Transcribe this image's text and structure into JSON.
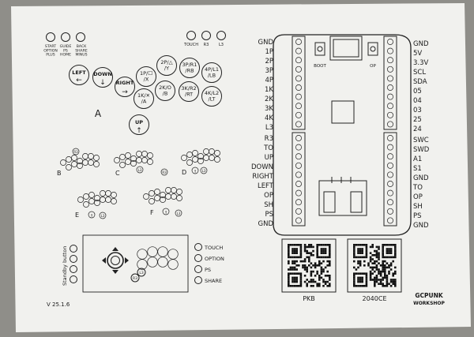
{
  "top_labels": {
    "start": "START\nOPTION\nPLUS",
    "guide": "GUIDE\nPS\nHOME",
    "back": "BACK\nSHARE\nMINUS",
    "touch": "TOUCH",
    "r3": "R3",
    "l3": "L3"
  },
  "layout_a": {
    "buttons": {
      "left": "LEFT",
      "down": "DOWN",
      "right": "RIGHT",
      "up": "UP",
      "b1p": "1P/☐\n/X",
      "b2p": "2P/△\n/Y",
      "b3p": "3P/R1\n/RB",
      "b4p": "4P/L1\n/LB",
      "b1k": "1K/✕\n/A",
      "b2k": "2K/O\n/B",
      "b3k": "3K/R2\n/RT",
      "b4k": "4K/L2\n/LT"
    },
    "label": "A"
  },
  "mini_layouts": {
    "b": "B",
    "c": "C",
    "d": "D",
    "e": "E",
    "f": "F",
    "r3": "R3",
    "l3": "L3"
  },
  "standby": {
    "side_label": "Standby button",
    "right_labels": [
      "TOUCH",
      "OPTION",
      "PS",
      "SHARE"
    ],
    "r3": "R3",
    "l3": "L3"
  },
  "version": "V 25.1.6",
  "board": {
    "left_pins_top": [
      "GND",
      "1P",
      "2P",
      "3P",
      "4P",
      "1K",
      "2K",
      "3K",
      "4K",
      "L3"
    ],
    "left_pins_bottom": [
      "R3",
      "TO",
      "UP",
      "DOWN",
      "RIGHT",
      "LEFT",
      "OP",
      "SH",
      "PS",
      "GND"
    ],
    "right_pins_top": [
      "GND",
      "5V",
      "3.3V",
      "SCL",
      "SDA",
      "05",
      "04",
      "03",
      "25",
      "24"
    ],
    "right_pins_bottom": [
      "SWC",
      "SWD",
      "A1",
      "S1",
      "GND",
      "TO",
      "OP",
      "SH",
      "PS",
      "GND"
    ],
    "boot": "BOOT",
    "op": "OP"
  },
  "qr": {
    "left_caption": "PKB",
    "right_caption": "2040CE"
  },
  "logo": {
    "line1": "GCPUNK",
    "line2": "WORKSHOP"
  }
}
